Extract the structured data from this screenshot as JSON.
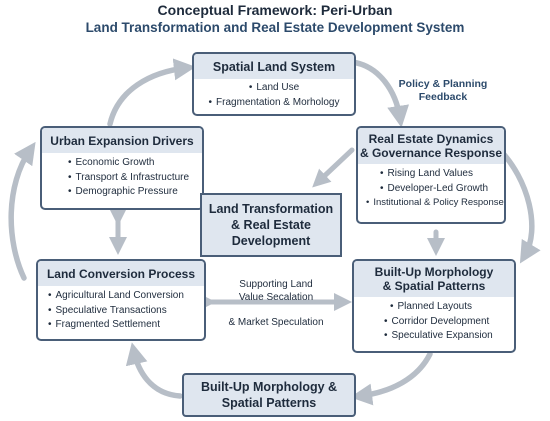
{
  "title": "Conceptual Framework: Peri-Urban",
  "subtitle": "Land Transformation and Real Estate Development System",
  "policy_feedback": [
    "Policy & Planning",
    "Feedback"
  ],
  "boxes": {
    "spatial_land": {
      "title": "Spatial Land System",
      "items": [
        "Land Use",
        "Fragmentation & Morhology"
      ]
    },
    "urban_expansion": {
      "title": "Urban Expansion Drivers",
      "items": [
        "Economic Growth",
        "Transport & Infrastructure",
        "Demographic Pressure"
      ]
    },
    "real_estate": {
      "title_lines": [
        "Real Estate Dynamics",
        "& Governance Response"
      ],
      "items": [
        "Rising Land Values",
        "Developer-Led Growth",
        "Institutional & Policy Response"
      ]
    },
    "center": {
      "lines": [
        "Land Transformation",
        "& Real Estate",
        "Development"
      ]
    },
    "land_conversion": {
      "title": "Land Conversion Process",
      "items": [
        "Agricultural Land Conversion",
        "Speculative Transactions",
        "Fragmented Settlement"
      ]
    },
    "builtup_right": {
      "title_lines": [
        "Built-Up Morphology",
        "& Spatial Patterns"
      ],
      "items": [
        "Planned Layouts",
        "Corridor Development",
        "Speculative Expansion"
      ]
    },
    "builtup_bottom": {
      "lines": [
        "Built-Up Morphology &",
        "Spatial Patterns"
      ]
    }
  },
  "middle_note": [
    "Supporting Land",
    "Value Secalation",
    "& Market Speculation"
  ],
  "colors": {
    "border": "#4a5e78",
    "header_fill": "#dfe6ef",
    "arrow": "#b7bec7",
    "text": "#1e2b3c"
  }
}
